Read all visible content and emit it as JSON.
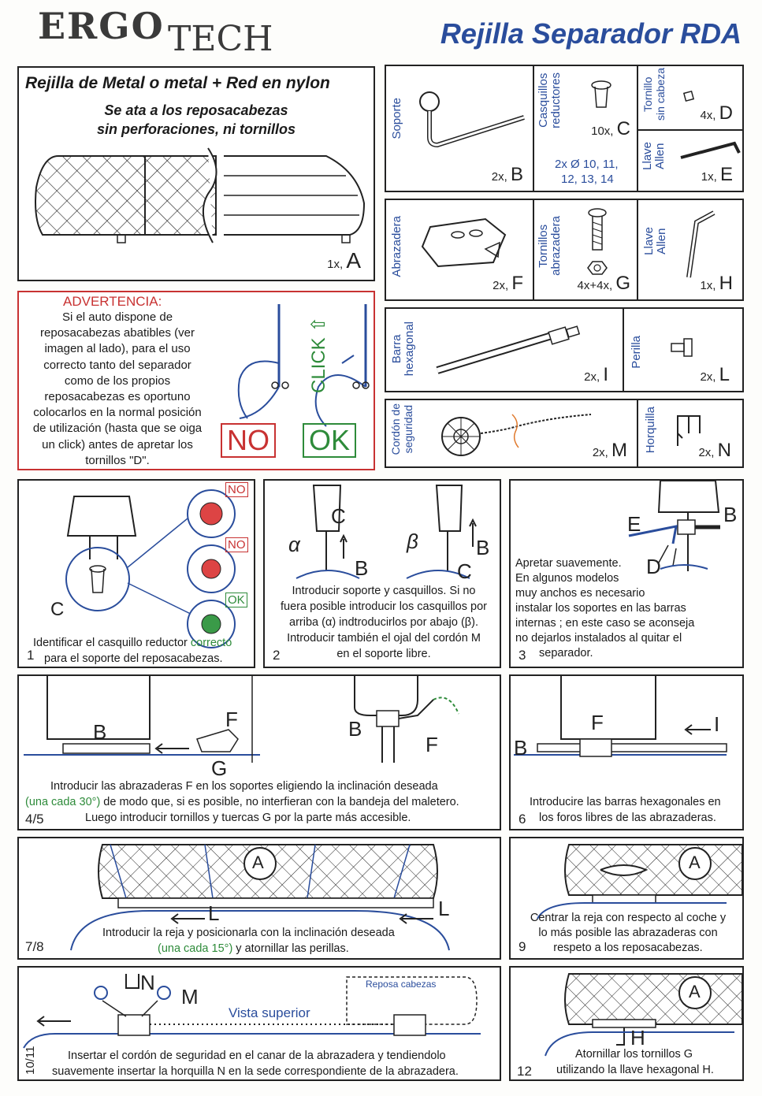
{
  "header": {
    "brand_ergo": "ERGO",
    "brand_tech": "TECH",
    "title": "Rejilla Separador RDA"
  },
  "product": {
    "title": "Rejilla de Metal o metal + Red en nylon",
    "subtitle_1": "Se ata a los reposacabezas",
    "subtitle_2": "sin perforaciones, ni tornillos",
    "qty": "1x,",
    "letter": "A"
  },
  "warning": {
    "title": "ADVERTENCIA:",
    "lines": [
      "Si el auto dispone de",
      "reposacabezas abatibles (ver",
      "imagen al lado), para el uso",
      "correcto tanto del separador",
      "como de los propios",
      "reposacabezas es oportuno",
      "colocarlos en la normal posición",
      "de utilización (hasta que se oiga",
      "un click)  antes de apretar los",
      "tornillos \"D\"."
    ],
    "click": "CLICK ⇧",
    "no": "NO",
    "ok": "OK"
  },
  "parts": {
    "b": {
      "label": "Soporte",
      "qty": "2x,",
      "letter": "B"
    },
    "c": {
      "label": "Casquillos\nreductores",
      "qty": "10x,",
      "letter": "C",
      "sizes_1": "2x Ø 10, 11,",
      "sizes_2": "12, 13, 14"
    },
    "d": {
      "label": "Tornillo\nsin cabeza",
      "qty": "4x,",
      "letter": "D"
    },
    "e": {
      "label": "Llave\nAllen",
      "qty": "1x,",
      "letter": "E"
    },
    "f": {
      "label": "Abrazadera",
      "qty": "2x,",
      "letter": "F"
    },
    "g": {
      "label": "Tornillos\nabrazadera",
      "qty": "4x+4x,",
      "letter": "G"
    },
    "h": {
      "label": "Llave\nAllen",
      "qty": "1x,",
      "letter": "H"
    },
    "i": {
      "label": "Barra\nhexagonal",
      "qty": "2x,",
      "letter": "I"
    },
    "l": {
      "label": "Perilla",
      "qty": "2x,",
      "letter": "L"
    },
    "m": {
      "label": "Cordón de\nseguridad",
      "qty": "2x,",
      "letter": "M"
    },
    "n": {
      "label": "Horquilla",
      "qty": "2x,",
      "letter": "N"
    }
  },
  "steps": {
    "s1": {
      "num": "1",
      "text_a": "Identificar el casquillo reductor ",
      "text_green": "correcto",
      "text_b": "para el soporte del reposacabezas.",
      "no1": "NO",
      "no2": "NO",
      "ok": "OK",
      "c": "C"
    },
    "s2": {
      "num": "2",
      "alpha": "α",
      "beta": "β",
      "c": "C",
      "b": "B",
      "lines": [
        "Introducir soporte y casquillos. Si no",
        "fuera posible introducir los casquillos por",
        "arriba (α) indtroducirlos por abajo (β)."
      ],
      "blue_1": "Introducir también el ojal del cordón M",
      "blue_2": "en el soporte libre."
    },
    "s3": {
      "num": "3",
      "b": "B",
      "e": "E",
      "d": "D",
      "lines": [
        "Apretar suavemente.",
        "En algunos modelos",
        "muy anchos es necesario",
        "instalar los soportes en las barras",
        "internas ; en este caso se aconseja",
        "no dejarlos instalados al quitar el",
        "separador."
      ]
    },
    "s45": {
      "num": "4/5",
      "b": "B",
      "f": "F",
      "g": "G",
      "line_1": "Introducir las abrazaderas F en los soportes eligiendo la inclinación deseada",
      "green_2": "(una cada 30°)",
      "line_2": " de modo que, si es posible, no interfieran con la bandeja del maletero.",
      "line_3": "Luego introducir tornillos y tuercas G por la parte más accesible."
    },
    "s6": {
      "num": "6",
      "b": "B",
      "f": "F",
      "i": "I",
      "line_1": "Introducire las barras hexagonales en",
      "line_2": "los foros libres de las abrazaderas."
    },
    "s78": {
      "num": "7/8",
      "a": "A",
      "l": "L",
      "line_1": "Introducir la reja y posicionarla con la inclinación deseada",
      "green_2": "(una cada 15°)",
      "line_2": " y atornillar las perillas."
    },
    "s9": {
      "num": "9",
      "a": "A",
      "lines": [
        "Centrar la reja con respecto al coche y",
        "lo más posible las abrazaderas con",
        "respeto a los reposacabezas."
      ]
    },
    "s1011": {
      "num": "10/11",
      "n": "N",
      "m": "M",
      "vista": "Vista superior",
      "reposa": "Reposa cabezas",
      "line_1": "Insertar el cordón de seguridad en el canar de la abrazadera y tendiendolo",
      "line_2": "suavemente insertar la horquilla N en la sede correspondiente de la abrazadera."
    },
    "s12": {
      "num": "12",
      "a": "A",
      "h": "H",
      "line_1": "Atornillar los tornillos G",
      "line_2": "utilizando la llave hexagonal H."
    }
  }
}
